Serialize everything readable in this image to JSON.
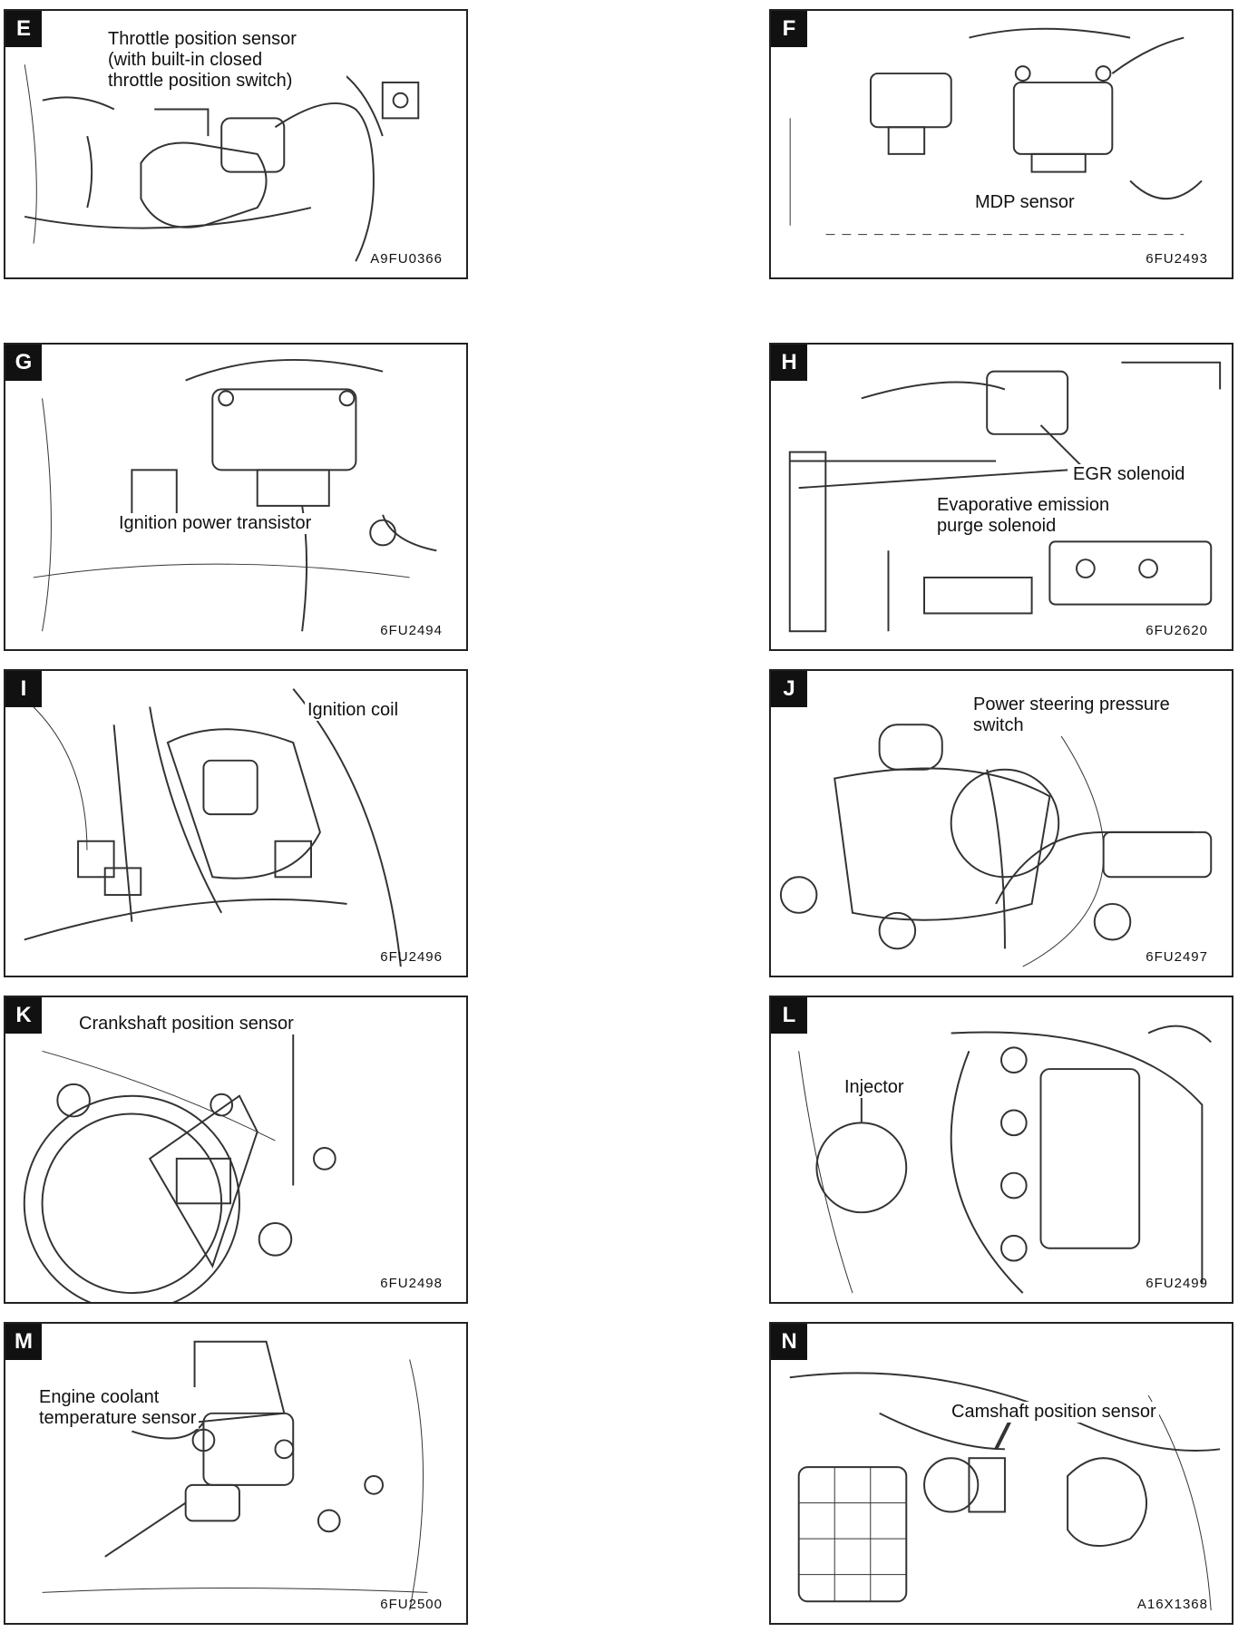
{
  "panels": {
    "E": {
      "letter": "E",
      "label": "Throttle position sensor\n(with built-in closed\nthrottle position switch)",
      "code": "A9FU0366"
    },
    "F": {
      "letter": "F",
      "label": "MDP sensor",
      "code": "6FU2493"
    },
    "G": {
      "letter": "G",
      "label": "Ignition power transistor",
      "code": "6FU2494"
    },
    "H": {
      "letter": "H",
      "label1": "EGR solenoid",
      "label2": "Evaporative emission\npurge solenoid",
      "code": "6FU2620"
    },
    "I": {
      "letter": "I",
      "label": "Ignition coil",
      "code": "6FU2496"
    },
    "J": {
      "letter": "J",
      "label": "Power steering pressure\nswitch",
      "code": "6FU2497"
    },
    "K": {
      "letter": "K",
      "label": "Crankshaft position sensor",
      "code": "6FU2498"
    },
    "L": {
      "letter": "L",
      "label": "Injector",
      "code": "6FU2499"
    },
    "M": {
      "letter": "M",
      "label": "Engine coolant\ntemperature sensor",
      "code": "6FU2500"
    },
    "N": {
      "letter": "N",
      "label": "Camshaft position sensor",
      "code": "A16X1368"
    }
  }
}
